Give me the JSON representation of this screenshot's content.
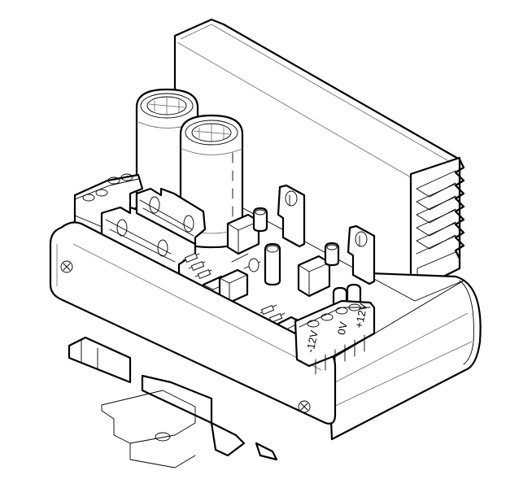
{
  "figure": {
    "subject": "DIN-rail mounted dual power supply module (line drawing)",
    "components": [
      "heatsink",
      "electrolytic-capacitor-1",
      "electrolytic-capacitor-2",
      "screw-terminal-block-input",
      "fuse-holder-1",
      "fuse-holder-2",
      "voltage-regulator-1",
      "voltage-regulator-2",
      "trim-potentiometer-1",
      "trim-potentiometer-2",
      "output-terminal-block",
      "din-rail-clip",
      "enclosure-side-panel"
    ],
    "terminal_labels": [
      "-12V",
      "0V",
      "+12V"
    ],
    "colors": {
      "line": "#000000",
      "background": "#ffffff"
    }
  }
}
